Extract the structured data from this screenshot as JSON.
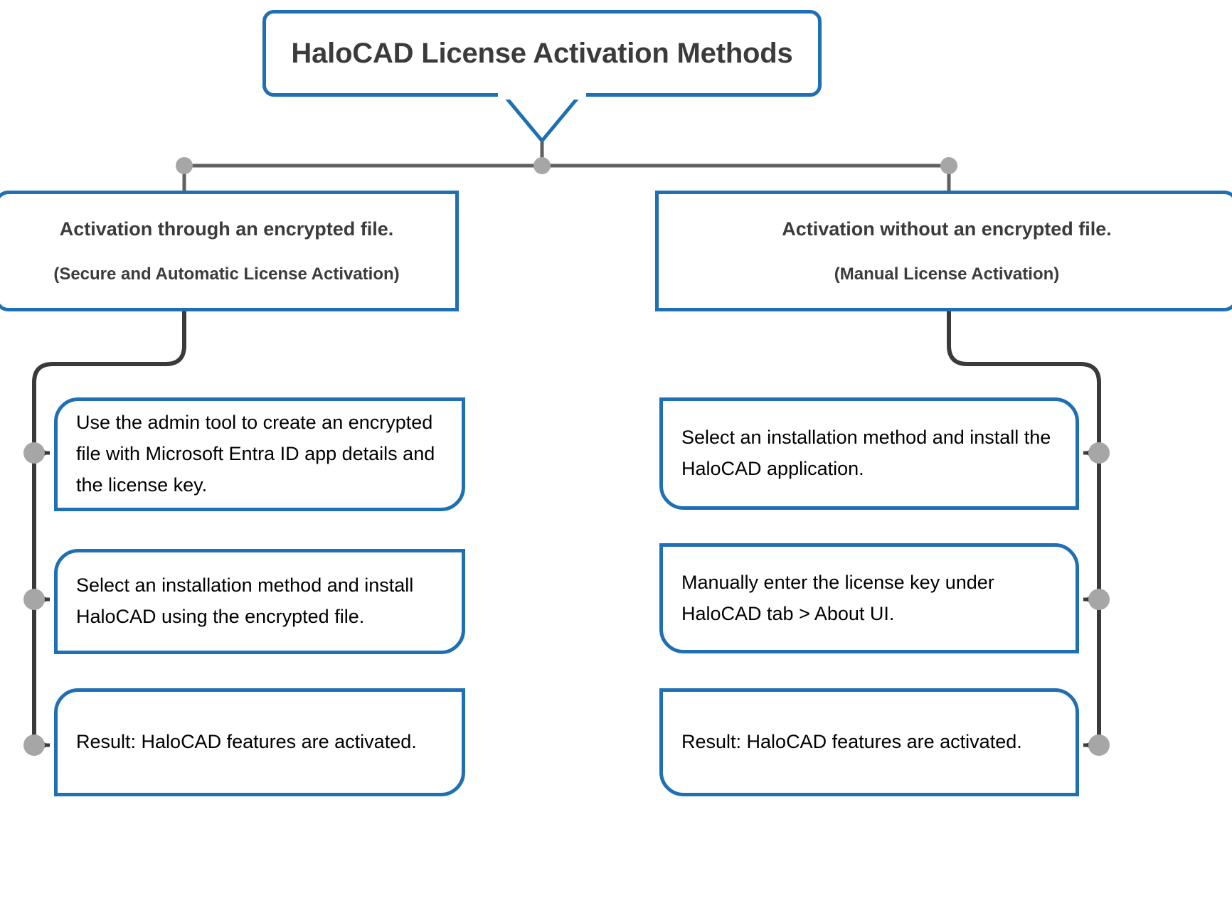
{
  "diagram": {
    "title": "HaloCAD License Activation Methods",
    "colors": {
      "accent_blue": "#1F6FB5",
      "connector_dark": "#3A3A3A",
      "node_dot_gray": "#A6A6A6",
      "title_text": "#3B3B3B",
      "body_text": "#000000",
      "background": "#FFFFFF"
    },
    "branches": [
      {
        "id": "encrypted-file",
        "heading": "Activation through an encrypted file.",
        "subheading": "(Secure and Automatic License Activation)",
        "steps": [
          "Use the admin tool to create an encrypted file with Microsoft Entra ID app details and the license key.",
          "Select an installation method and install HaloCAD using the encrypted file.",
          "Result: HaloCAD features are activated."
        ]
      },
      {
        "id": "manual-activation",
        "heading": "Activation without an encrypted file.",
        "subheading": "(Manual License Activation)",
        "steps": [
          "Select an installation method and install the HaloCAD application.",
          "Manually enter the license key under HaloCAD tab > About UI.",
          "Result: HaloCAD features are activated."
        ]
      }
    ]
  }
}
